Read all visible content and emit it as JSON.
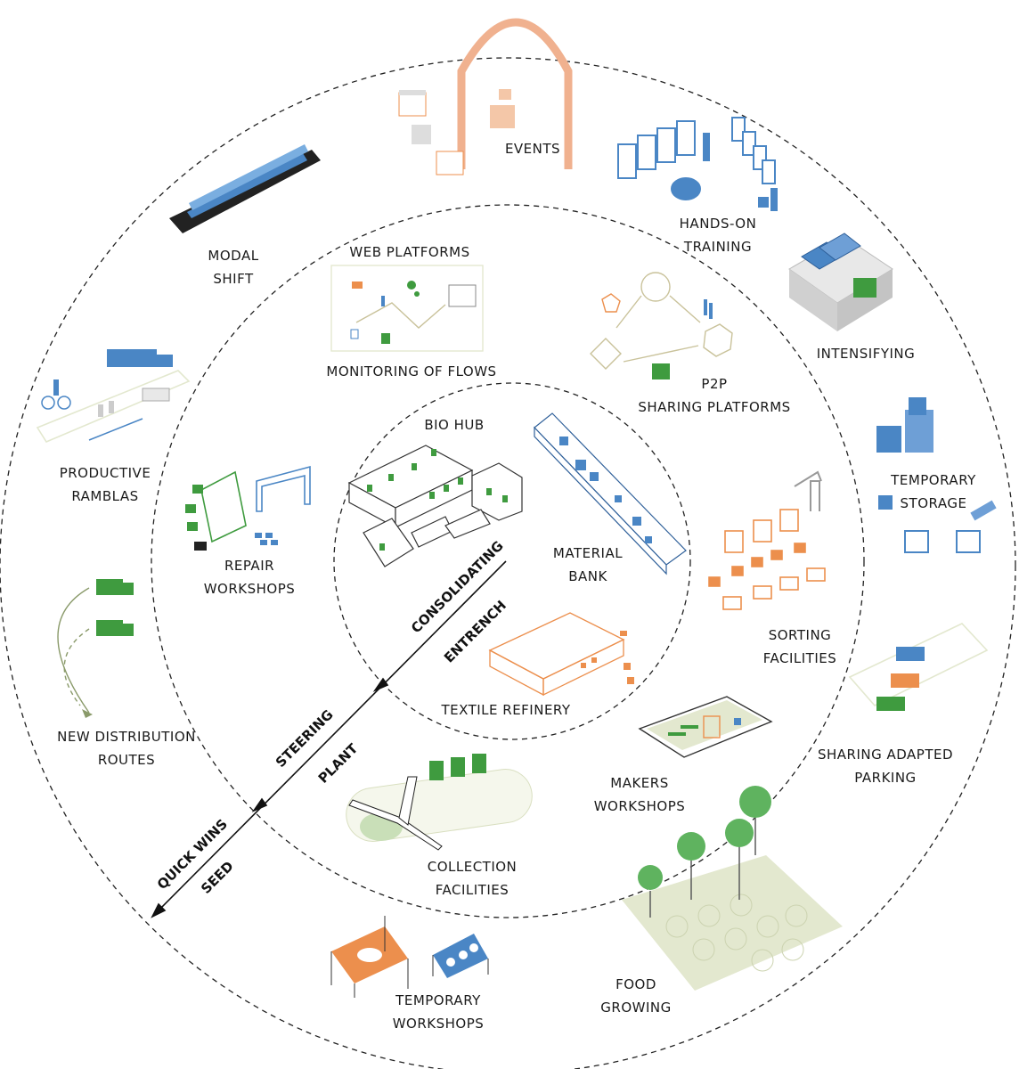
{
  "colors": {
    "blue": "#4a86c5",
    "green": "#3f9b3f",
    "orange": "#ec8f4d",
    "peach": "#f0b18f",
    "dark": "#2a2a2a",
    "pale_green": "#e3e8cf",
    "ring": "#222222"
  },
  "labels": {
    "events": [
      "EVENTS"
    ],
    "hands_on_training": [
      "HANDS-ON",
      "TRAINING"
    ],
    "modal_shift": [
      "MODAL",
      "SHIFT"
    ],
    "web_platforms": [
      "WEB PLATFORMS"
    ],
    "monitoring_of_flows": [
      "MONITORING OF FLOWS"
    ],
    "intensifying": [
      "INTENSIFYING"
    ],
    "p2p": [
      "P2P",
      "SHARING PLATFORMS"
    ],
    "bio_hub": [
      "BIO HUB"
    ],
    "temporary_storage": [
      "TEMPORARY",
      "STORAGE"
    ],
    "productive_ramblas": [
      "PRODUCTIVE",
      "RAMBLAS"
    ],
    "repair_workshops": [
      "REPAIR",
      "WORKSHOPS"
    ],
    "material_bank": [
      "MATERIAL",
      "BANK"
    ],
    "sorting_facilities": [
      "SORTING",
      "FACILITIES"
    ],
    "new_distribution_routes": [
      "NEW DISTRIBUTION",
      "ROUTES"
    ],
    "textile_refinery": [
      "TEXTILE REFINERY"
    ],
    "sharing_adapted_parking": [
      "SHARING ADAPTED",
      "PARKING"
    ],
    "makers_workshops": [
      "MAKERS",
      "WORKSHOPS"
    ],
    "collection_facilities": [
      "COLLECTION",
      "FACILITIES"
    ],
    "temporary_workshops": [
      "TEMPORARY",
      "WORKSHOPS"
    ],
    "food_growing": [
      "FOOD",
      "GROWING"
    ]
  },
  "axis": {
    "consolidating": "CONSOLIDATING",
    "entrench": "ENTRENCH",
    "steering": "STEERING",
    "plant": "PLANT",
    "quick_wins": "QUICK WINS",
    "seed": "SEED"
  }
}
